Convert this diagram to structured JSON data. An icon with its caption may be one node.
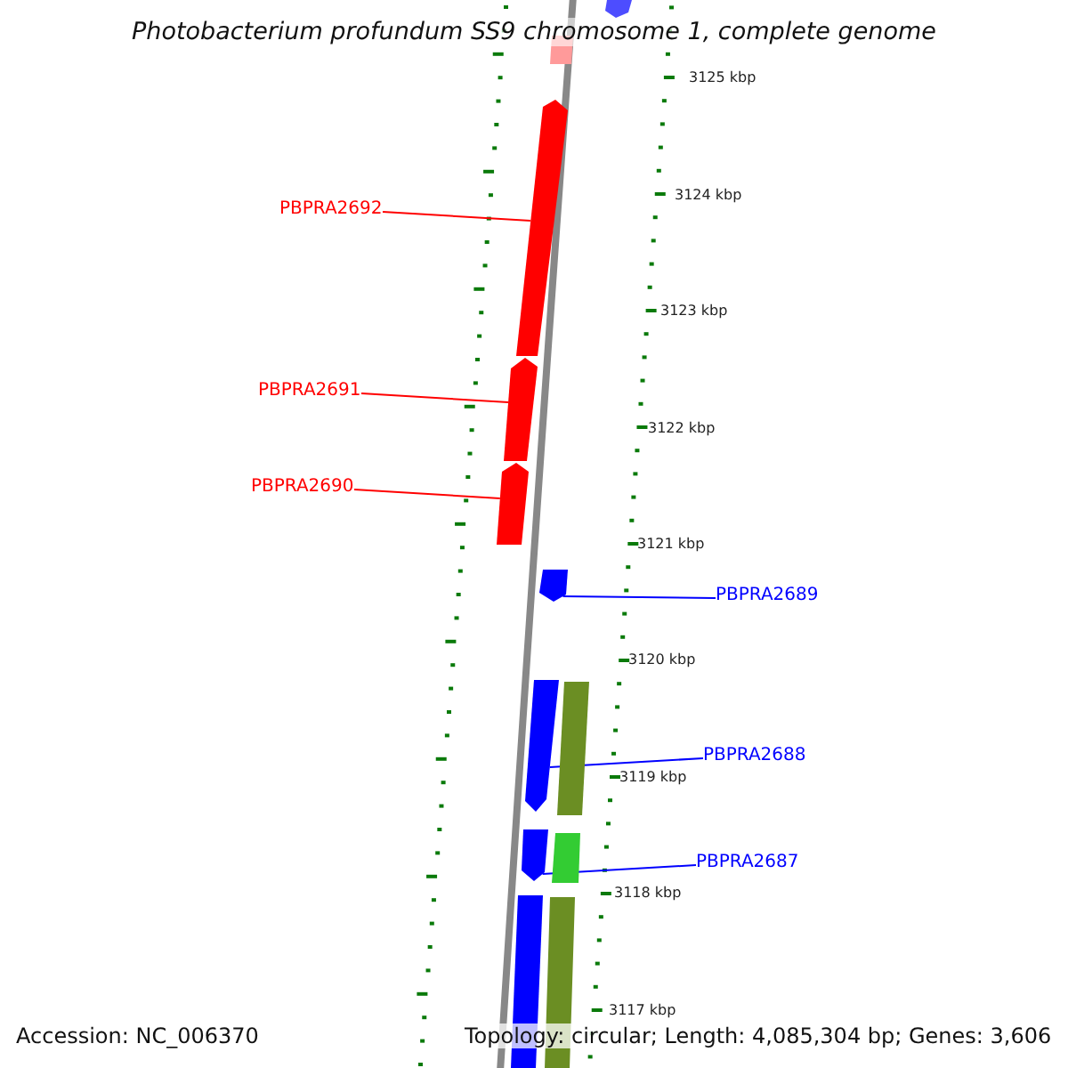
{
  "diagram": {
    "title": "Photobacterium profundum SS9 chromosome 1, complete genome",
    "nodes": [
      {
        "text": [
          "PBPRA2692"
        ]
      },
      {
        "text": [],
        "shape": "bar"
      },
      {
        "text": [
          "PBPRA2691"
        ]
      },
      {
        "text": [],
        "shape": "bar"
      },
      {
        "text": [
          "PBPRA2690"
        ]
      },
      {
        "text": [],
        "shape": "bar"
      },
      {
        "text": [
          "PBPRA2689"
        ]
      },
      {
        "text": [],
        "shape": "bar"
      },
      {
        "text": [
          "PBPRA2688"
        ]
      },
      {
        "text": [],
        "shape": "bar"
      },
      {
        "text": [
          "PBPRA2687"
        ]
      },
      {
        "text": [],
        "shape": "bar"
      },
      {
        "text": [],
        "shape": "bar"
      },
      {
        "text": [],
        "shape": "bar"
      },
      {
        "text": [],
        "shape": "bar"
      },
      {
        "text": [],
        "shape": "bar"
      },
      {
        "text": [],
        "shape": "bar"
      },
      {
        "text": [],
        "shape": "bar"
      }
    ],
    "edges": [
      {
        "from": 0,
        "to": 1,
        "arrow": "none",
        "color": "#ff0000"
      },
      {
        "from": 2,
        "to": 3,
        "arrow": "none",
        "color": "#ff0000"
      },
      {
        "from": 4,
        "to": 5,
        "arrow": "none",
        "color": "#ff0000"
      },
      {
        "from": 6,
        "to": 7,
        "arrow": "none",
        "color": "#0000ff"
      },
      {
        "from": 8,
        "to": 9,
        "arrow": "none",
        "color": "#0000ff"
      },
      {
        "from": 10,
        "to": 11,
        "arrow": "none",
        "color": "#0000ff"
      }
    ],
    "labels": [
      "3125 kbp",
      "3124 kbp",
      "3123 kbp",
      "3122 kbp",
      "3121 kbp",
      "3120 kbp",
      "3119 kbp",
      "3118 kbp",
      "3117 kbp",
      "Accession: NC_006370",
      "Topology: circular; Length: 4,085,304 bp; Genes: 3,606"
    ]
  }
}
